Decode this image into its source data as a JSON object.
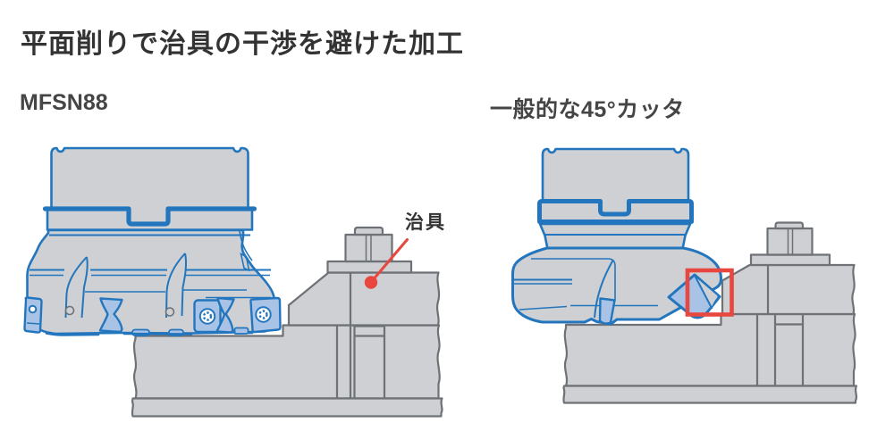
{
  "title": "平面削りで治具の干渉を避けた加工",
  "figures": {
    "left": {
      "label": "MFSN88"
    },
    "right": {
      "label": "一般的な45°カッタ"
    }
  },
  "annotations": {
    "jig_label": "治具"
  },
  "colors": {
    "outline_blue": "#2376bd",
    "insert_fill": "#a9c3e6",
    "body_gray": "#ced0d3",
    "edge_gray": "#6e7276",
    "accent_red": "#e8473f",
    "text_dark": "#333333",
    "text_gray": "#454545",
    "page_bg": "#ffffff"
  }
}
